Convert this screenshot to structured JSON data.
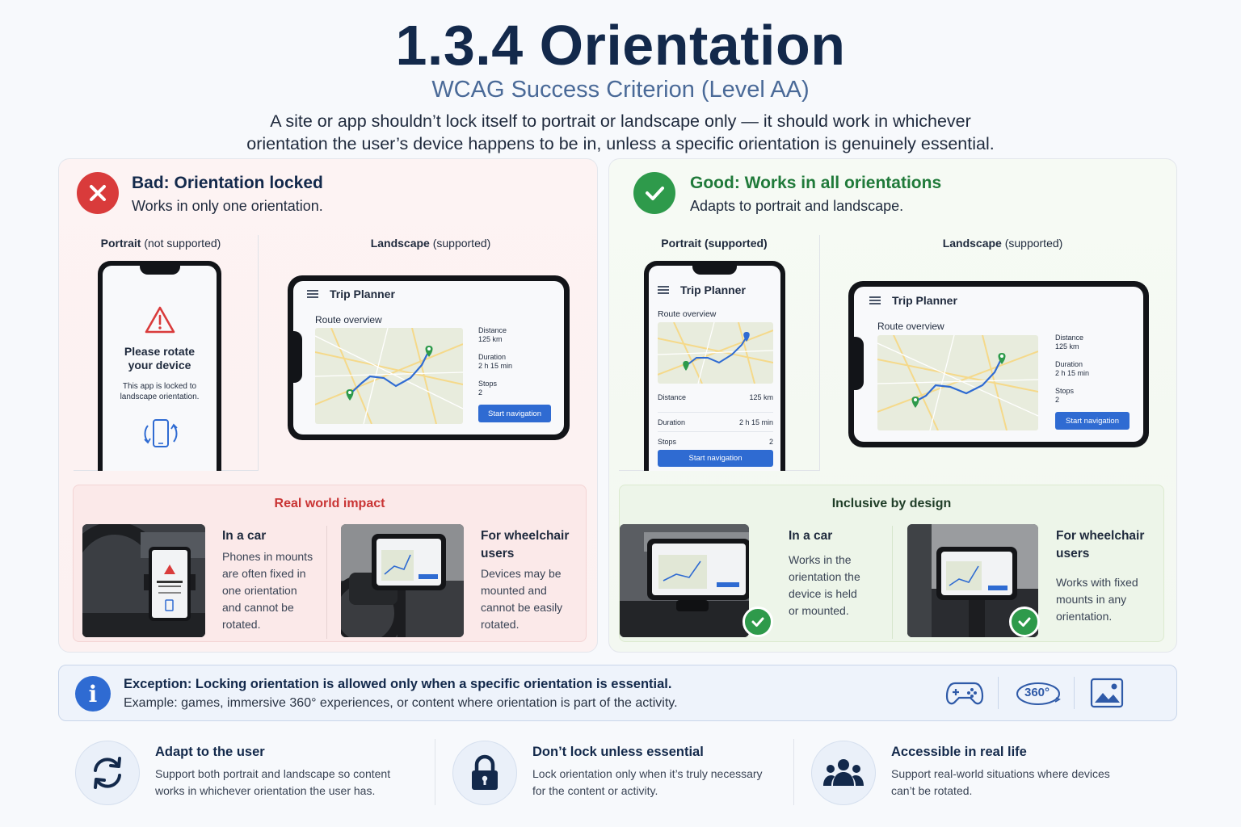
{
  "header": {
    "title": "1.3.4 Orientation",
    "subtitle": "WCAG Success Criterion (Level AA)",
    "desc_line1": "A site or app shouldn’t lock itself to portrait or landscape only — it should work in whichever",
    "desc_line2": "orientation the user’s device happens to be in, unless a specific orientation is genuinely essential."
  },
  "bad": {
    "title": "Bad: Orientation locked",
    "subtitle": "Works in only one orientation.",
    "portrait_label_bold": "Portrait",
    "portrait_label_rest": " (not supported)",
    "landscape_label_bold": "Landscape",
    "landscape_label_rest": " (supported)",
    "rotate_title_1": "Please rotate",
    "rotate_title_2": "your device",
    "rotate_body_1": "This app is locked to",
    "rotate_body_2": "landscape orientation.",
    "impact_title": "Real world impact",
    "car_head": "In a car",
    "car_body": [
      "Phones in mounts",
      "are often fixed in",
      "one orientation",
      "and cannot be",
      "rotated."
    ],
    "wheel_head_1": "For wheelchair",
    "wheel_head_2": "users",
    "wheel_body": [
      "Devices may be",
      "mounted and",
      "cannot be easily",
      "rotated."
    ]
  },
  "good": {
    "title": "Good: Works in all orientations",
    "subtitle": "Adapts to portrait and landscape.",
    "portrait_label_bold": "Portrait (supported)",
    "landscape_label_bold": "Landscape",
    "landscape_label_rest": " (supported)",
    "impact_title": "Inclusive by design",
    "car_head": "In a car",
    "car_body": [
      "Works in the",
      "orientation the",
      "device is held",
      "or mounted."
    ],
    "wheel_head_1": "For wheelchair",
    "wheel_head_2": "users",
    "wheel_body": [
      "Works with fixed",
      "mounts in any",
      "orientation."
    ]
  },
  "app": {
    "name": "Trip Planner",
    "route_label": "Route overview",
    "distance_label": "Distance",
    "distance_value": "125 km",
    "duration_label": "Duration",
    "duration_value": "2 h 15 min",
    "stops_label": "Stops",
    "stops_value": "2",
    "start_button": "Start navigation"
  },
  "exception": {
    "title": "Exception: Locking orientation is allowed only when a specific orientation is essential.",
    "body": "Example: games, immersive 360° experiences, or content where orientation is part of the activity.",
    "icon_360_text": "360°"
  },
  "features": [
    {
      "title": "Adapt to the user",
      "line1": "Support both portrait and landscape so content",
      "line2": "works in whichever orientation the user has.",
      "icon": "rotate-icon"
    },
    {
      "title": "Don’t lock unless essential",
      "line1": "Lock orientation only when it’s truly necessary",
      "line2": "for the content or activity.",
      "icon": "lock-icon"
    },
    {
      "title": "Accessible in real life",
      "line1": "Support real-world situations where devices",
      "line2": "can’t be rotated.",
      "icon": "people-icon"
    }
  ],
  "colors": {
    "bad": "#d93b3b",
    "good": "#2e9a4b",
    "accent": "#2f6bd2",
    "navy": "#13294b"
  }
}
